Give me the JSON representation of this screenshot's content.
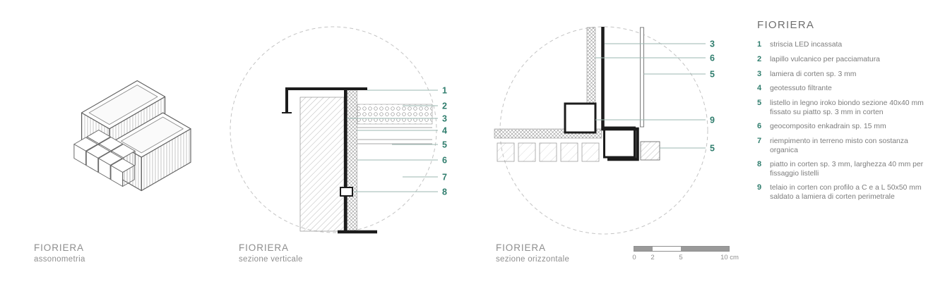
{
  "sheet": {
    "captions": [
      {
        "title": "FIORIERA",
        "subtitle": "assonometria"
      },
      {
        "title": "FIORIERA",
        "subtitle": "sezione verticale"
      },
      {
        "title": "FIORIERA",
        "subtitle": "sezione orizzontale"
      }
    ],
    "legend": {
      "heading": "FIORIERA",
      "items": [
        {
          "num": "1",
          "text": "striscia LED incassata"
        },
        {
          "num": "2",
          "text": "lapillo vulcanico per pacciamatura"
        },
        {
          "num": "3",
          "text": "lamiera di corten sp. 3 mm"
        },
        {
          "num": "4",
          "text": "geotessuto filtrante"
        },
        {
          "num": "5",
          "text": "listello in legno iroko biondo sezione 40x40 mm fissato su piatto sp. 3 mm in corten"
        },
        {
          "num": "6",
          "text": "geocomposito enkadrain sp. 15 mm"
        },
        {
          "num": "7",
          "text": "riempimento in terreno misto con sostanza organica"
        },
        {
          "num": "8",
          "text": "piatto in corten sp. 3 mm, larghezza 40 mm per fissaggio listelli"
        },
        {
          "num": "9",
          "text": "telaio in corten con profilo a C e a L 50x50 mm saldato a lamiera di corten perimetrale"
        }
      ]
    },
    "callouts": {
      "vertical_section": [
        "1",
        "2",
        "3",
        "4",
        "5",
        "6",
        "7",
        "8"
      ],
      "horizontal_section": [
        "3",
        "6",
        "5",
        "9",
        "5"
      ]
    },
    "scale_bar": {
      "labels": [
        "0",
        "2",
        "5",
        "10 cm"
      ]
    },
    "colors": {
      "callout_accent": "#2f7d6d",
      "line_dark": "#1c1c1c",
      "text_gray": "#8f8f8f"
    }
  }
}
